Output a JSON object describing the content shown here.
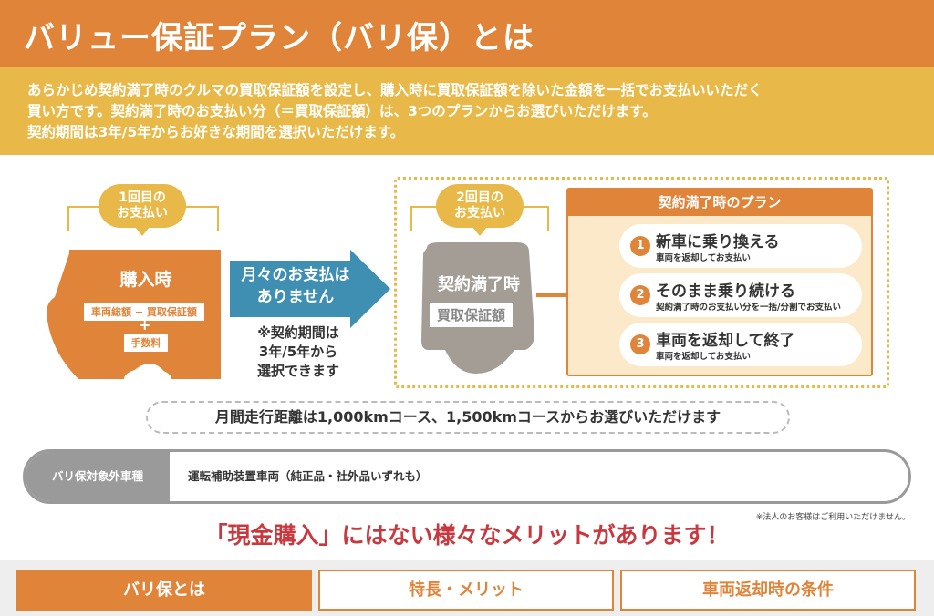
{
  "header": {
    "title": "バリュー保証プラン（バリ保）とは"
  },
  "intro": {
    "lines": [
      "あらかじめ契約満了時のクルマの買取保証額を設定し、購入時に買取保証額を除いた金額を一括でお支払いいただく",
      "買い方です。契約満了時のお支払い分（＝買取保証額）は、3つのプランからお選びいただけます。",
      "契約期間は3年/5年からお好きな期間を選択いただけます。"
    ]
  },
  "diagram": {
    "first_payment": [
      "1回目の",
      "お支払い"
    ],
    "purchase": {
      "title": "購入時",
      "formula": "車両総額 − 買取保証額",
      "plus": "+",
      "fee": "手数料"
    },
    "arrow": [
      "月々のお支払は",
      "ありません"
    ],
    "note": [
      "※契約期間は",
      "3年/5年から",
      "選択できます"
    ],
    "second_payment": [
      "2回目の",
      "お支払い"
    ],
    "expiry": {
      "title": "契約満了時",
      "amount": "買取保証額"
    },
    "plans": {
      "title": "契約満了時のプラン",
      "items": [
        {
          "num": "1",
          "title": "新車に乗り換える",
          "sub": "車両を返却してお支払い"
        },
        {
          "num": "2",
          "title": "そのまま乗り続ける",
          "sub": "契約満了時のお支払い分を一括/分割でお支払い"
        },
        {
          "num": "3",
          "title": "車両を返却して終了",
          "sub": "車両を返却してお支払い"
        }
      ]
    },
    "distance": "月間走行距離は1,000kmコース、1,500kmコースからお選びいただけます"
  },
  "exclusion": {
    "label": "バリ保対象外車種",
    "value": "運転補助装置車両（純正品・社外品いずれも）"
  },
  "corporate_note": "※法人のお客様はご利用いただけません。",
  "merit": "「現金購入」にはない様々なメリットがあります！",
  "tabs": [
    {
      "label": "バリ保とは",
      "active": true
    },
    {
      "label": "特長・メリット",
      "active": false
    },
    {
      "label": "車両返却時の条件",
      "active": false
    }
  ],
  "colors": {
    "orange": "#e0843a",
    "yellow": "#e8b948",
    "gray": "#9a9a9a",
    "red": "#c8393f",
    "blue": "#3f8fb3"
  }
}
